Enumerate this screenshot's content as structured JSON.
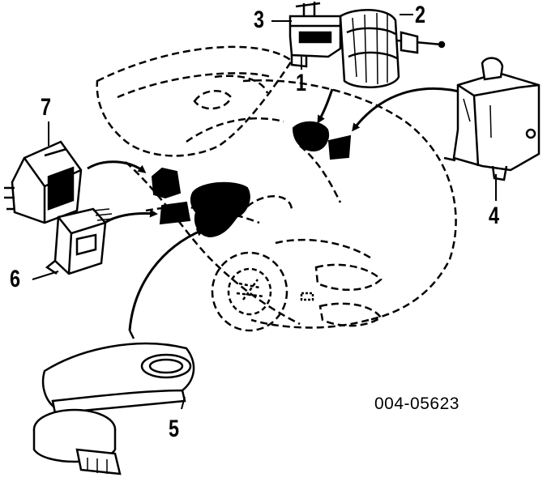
{
  "diagram": {
    "callouts": [
      {
        "id": "1",
        "label": "1"
      },
      {
        "id": "2",
        "label": "2"
      },
      {
        "id": "3",
        "label": "3"
      },
      {
        "id": "4",
        "label": "4"
      },
      {
        "id": "5",
        "label": "5"
      },
      {
        "id": "6",
        "label": "6"
      },
      {
        "id": "7",
        "label": "7"
      }
    ],
    "reference_code": "004-05623"
  }
}
